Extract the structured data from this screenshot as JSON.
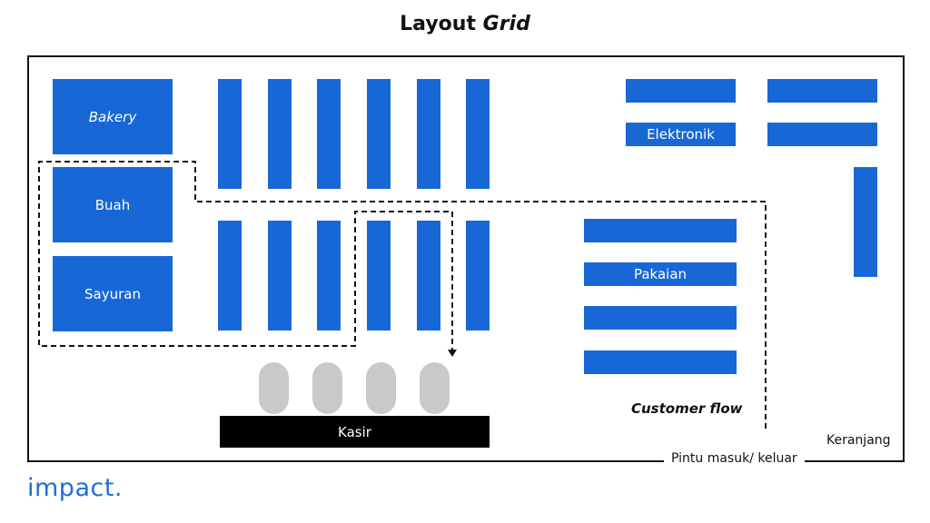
{
  "title": {
    "main": "Layout",
    "emphasis": "Grid"
  },
  "sections": {
    "bakery": "Bakery",
    "buah": "Buah",
    "sayuran": "Sayuran",
    "elektronik": "Elektronik",
    "pakaian": "Pakaian",
    "kasir": "Kasir"
  },
  "labels": {
    "customer_flow": "Customer flow",
    "keranjang": "Keranjang",
    "pintu": "Pintu masuk/ keluar"
  },
  "logo": "impact.",
  "colors": {
    "shelf": "#1768d6",
    "seat": "#c9c9c9",
    "counter": "#000000",
    "logo": "#1f6fd1"
  }
}
